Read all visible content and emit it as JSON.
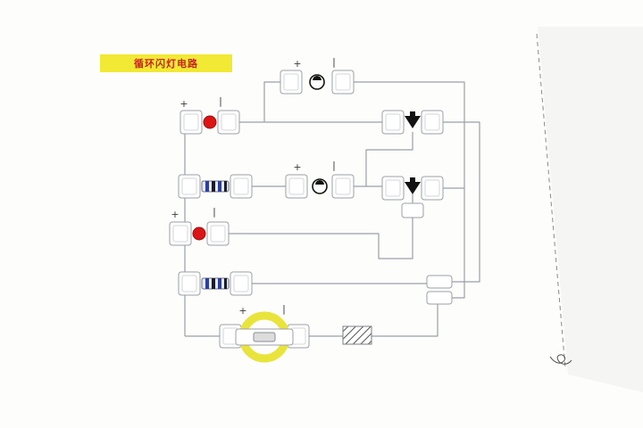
{
  "page": {
    "title": "循环闪灯电路"
  },
  "labels": {
    "plus": "+",
    "minus": "|"
  },
  "colors": {
    "title_bg": "#f2e935",
    "title_text": "#cc1f1f",
    "wire": "#9aa0a6",
    "led": "#dd1414",
    "lamp_ring": "#e9e43c",
    "resistor_stripe": "#2b3f9e",
    "transistor": "#121212",
    "capacitor_mark": "#121212"
  },
  "components": [
    {
      "name": "electrolytic-capacitor-top"
    },
    {
      "name": "npn-transistor-upper"
    },
    {
      "name": "red-led-upper"
    },
    {
      "name": "striped-resistor-upper"
    },
    {
      "name": "electrolytic-capacitor-middle"
    },
    {
      "name": "npn-transistor-lower"
    },
    {
      "name": "red-led-lower"
    },
    {
      "name": "striped-resistor-lower"
    },
    {
      "name": "lamp-with-yellow-ring"
    },
    {
      "name": "hatched-switch"
    }
  ]
}
